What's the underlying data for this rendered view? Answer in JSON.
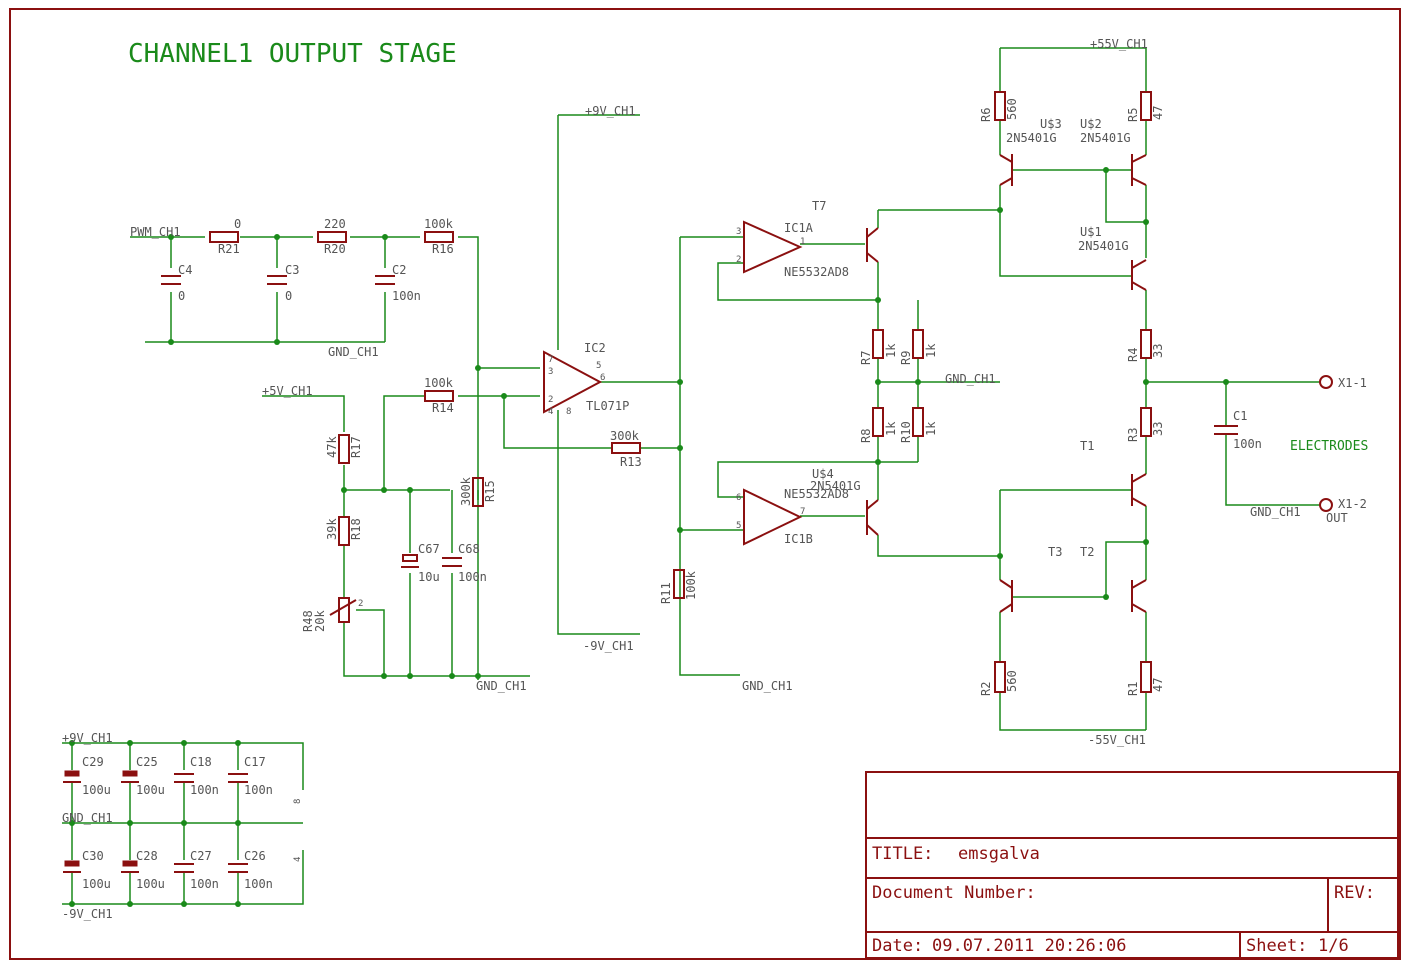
{
  "title": "CHANNEL1 OUTPUT STAGE",
  "nets": {
    "pwm": "PWM_CH1",
    "gnd": "GND_CH1",
    "p5": "+5V_CH1",
    "p9": "+9V_CH1",
    "m9": "-9V_CH1",
    "p55": "+55V_CH1",
    "m55": "-55V_CH1",
    "electrodes": "ELECTRODES"
  },
  "components": {
    "R21": {
      "ref": "R21",
      "val": "0"
    },
    "R20": {
      "ref": "R20",
      "val": "220"
    },
    "R16": {
      "ref": "R16",
      "val": "100k"
    },
    "C4": {
      "ref": "C4",
      "val": "0"
    },
    "C3": {
      "ref": "C3",
      "val": "0"
    },
    "C2": {
      "ref": "C2",
      "val": "100n"
    },
    "R17": {
      "ref": "R17",
      "val": "47k"
    },
    "R18": {
      "ref": "R18",
      "val": "39k"
    },
    "R48": {
      "ref": "R48",
      "val": "20k"
    },
    "R14": {
      "ref": "R14",
      "val": "100k"
    },
    "R15": {
      "ref": "R15",
      "val": "300k"
    },
    "R13": {
      "ref": "R13",
      "val": "300k"
    },
    "C67": {
      "ref": "C67",
      "val": "10u"
    },
    "C68": {
      "ref": "C68",
      "val": "100n"
    },
    "IC2": {
      "ref": "IC2",
      "val": "TL071P"
    },
    "IC1A": {
      "ref": "IC1A",
      "val": "NE5532AD8"
    },
    "IC1B": {
      "ref": "IC1B",
      "val": "NE5532AD8"
    },
    "R11": {
      "ref": "R11",
      "val": "100k"
    },
    "R7": {
      "ref": "R7",
      "val": "1k"
    },
    "R9": {
      "ref": "R9",
      "val": "1k"
    },
    "R8": {
      "ref": "R8",
      "val": "1k"
    },
    "R10": {
      "ref": "R10",
      "val": "1k"
    },
    "T7": {
      "ref": "T7"
    },
    "U4": {
      "ref": "U$4",
      "val": "2N5401G"
    },
    "U3": {
      "ref": "U$3",
      "val": "2N5401G"
    },
    "U2": {
      "ref": "U$2",
      "val": "2N5401G"
    },
    "U1": {
      "ref": "U$1",
      "val": "2N5401G"
    },
    "R6": {
      "ref": "R6",
      "val": "560"
    },
    "R5": {
      "ref": "R5",
      "val": "47"
    },
    "R4": {
      "ref": "R4",
      "val": "33"
    },
    "R3": {
      "ref": "R3",
      "val": "33"
    },
    "R2": {
      "ref": "R2",
      "val": "560"
    },
    "R1": {
      "ref": "R1",
      "val": "47"
    },
    "T1": {
      "ref": "T1"
    },
    "T2": {
      "ref": "T2"
    },
    "T3": {
      "ref": "T3"
    },
    "C1": {
      "ref": "C1",
      "val": "100n"
    },
    "X1_1": {
      "ref": "X1-1"
    },
    "X1_2": {
      "ref": "X1-2",
      "val": "OUT"
    },
    "C29": {
      "ref": "C29",
      "val": "100u"
    },
    "C25": {
      "ref": "C25",
      "val": "100u"
    },
    "C18": {
      "ref": "C18",
      "val": "100n"
    },
    "C17": {
      "ref": "C17",
      "val": "100n"
    },
    "C30": {
      "ref": "C30",
      "val": "100u"
    },
    "C28": {
      "ref": "C28",
      "val": "100u"
    },
    "C27": {
      "ref": "C27",
      "val": "100n"
    },
    "C26": {
      "ref": "C26",
      "val": "100n"
    }
  },
  "pins": {
    "p1": "1",
    "p2": "2",
    "p3": "3",
    "p4": "4",
    "p5": "5",
    "p6": "6",
    "p7": "7",
    "p8": "8"
  },
  "titleblock": {
    "title_label": "TITLE:",
    "title_value": "emsgalva",
    "docnum_label": "Document Number:",
    "rev_label": "REV:",
    "date_label": "Date:",
    "date_value": "09.07.2011 20:26:06",
    "sheet_label": "Sheet:",
    "sheet_value": "1/6"
  }
}
